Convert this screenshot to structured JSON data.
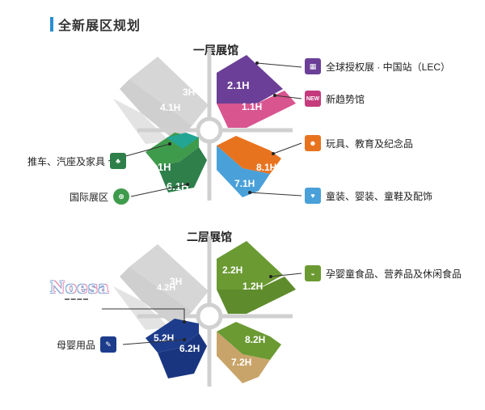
{
  "header": {
    "title": "全新展区规划"
  },
  "floor1": {
    "title": "一层展馆",
    "halls": {
      "h1": "1.1H",
      "h2": "2.1H",
      "h3": "3H",
      "h4": "4.1H",
      "h5": "5.1H",
      "h6": "6.1H",
      "h7": "7.1H",
      "h8": "8.1H"
    },
    "legends": {
      "lec": "全球授权展 · 中国站（LEC）",
      "new": "新趋势馆",
      "toys": "玩具、教育及纪念品",
      "apparel": "童装、婴装、童鞋及配饰",
      "stroller": "推车、汽座及家具",
      "intl": "国际展区"
    },
    "new_icon_label": "NEW"
  },
  "floor2": {
    "title": "二层展馆",
    "halls": {
      "h1": "1.2H",
      "h2": "2.2H",
      "h3": "3H",
      "h4": "4.2H",
      "h5": "5.2H",
      "h6": "6.2H",
      "h7": "7.2H",
      "h8": "8.2H"
    },
    "legends": {
      "food": "孕婴童食品、营养品及休闲食品",
      "maternity": "母婴用品"
    }
  },
  "noesa": {
    "logo": "Noesa"
  },
  "colors": {
    "purple": "#6b3f97",
    "pink": "#d8558f",
    "orange": "#e8731f",
    "lightblue": "#4aa0d9",
    "green": "#4e9a45",
    "darkgreen": "#2e7f4a",
    "teal": "#23a594",
    "olive": "#6b9a33",
    "navy": "#1d3c8c",
    "tan": "#c9a46a",
    "gray": "#d4d4d4"
  }
}
